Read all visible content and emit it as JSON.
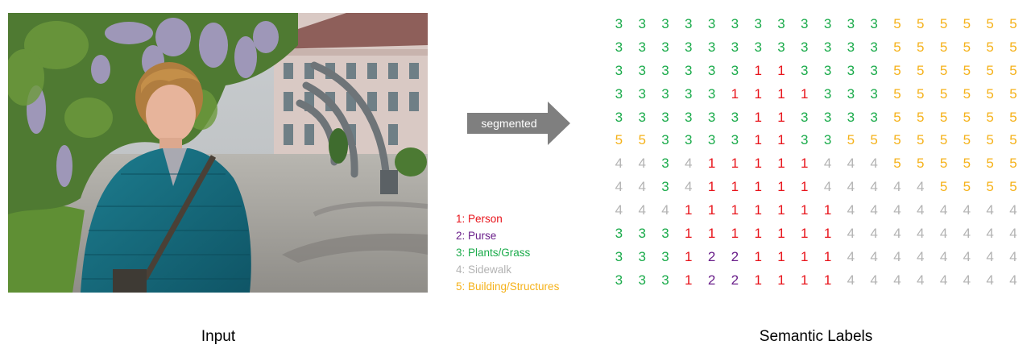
{
  "arrow": {
    "label": "segmented"
  },
  "captions": {
    "input": "Input",
    "output": "Semantic Labels"
  },
  "legend": [
    {
      "id": "1",
      "text": "1: Person",
      "color": "#e8141b"
    },
    {
      "id": "2",
      "text": "2: Purse",
      "color": "#6a1f8a"
    },
    {
      "id": "3",
      "text": "3: Plants/Grass",
      "color": "#1bab4b"
    },
    {
      "id": "4",
      "text": "4: Sidewalk",
      "color": "#b3b3b3"
    },
    {
      "id": "5",
      "text": "5: Building/Structures",
      "color": "#f5b21b"
    }
  ],
  "grid": [
    "333333333333555555",
    "333333333333555555",
    "333333113333555555",
    "333331111333555555",
    "333333113333555555",
    "553333113355555555",
    "443411111444555555",
    "443411111444445555",
    "444111111144444444",
    "333111111144444444",
    "333122111144444444",
    "333122111144444444"
  ]
}
